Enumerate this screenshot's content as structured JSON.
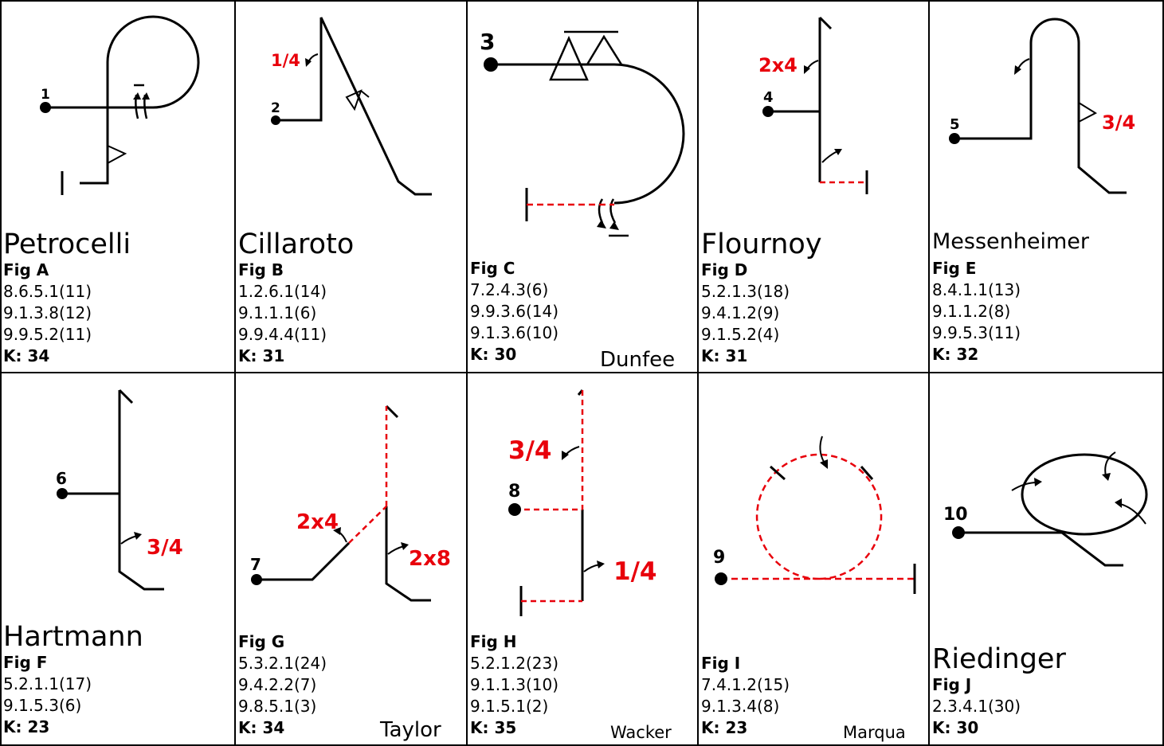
{
  "colors": {
    "line": "#000000",
    "accent": "#e8000b",
    "background": "#ffffff"
  },
  "cells": [
    {
      "fig": "Fig A",
      "name": "Petrocelli",
      "codes": [
        "8.6.5.1(11)",
        "9.1.3.8(12)",
        "9.9.5.2(11)"
      ],
      "k": "K: 34",
      "number": "1",
      "rolls": []
    },
    {
      "fig": "Fig B",
      "name": "Cillaroto",
      "codes": [
        "1.2.6.1(14)",
        "9.1.1.1(6)",
        "9.9.4.4(11)"
      ],
      "k": "K: 31",
      "number": "2",
      "rolls": [
        "1/4"
      ]
    },
    {
      "fig": "Fig C",
      "corner": "Dunfee",
      "codes": [
        "7.2.4.3(6)",
        "9.9.3.6(14)",
        "9.1.3.6(10)"
      ],
      "k": "K: 30",
      "number": "3",
      "rolls": []
    },
    {
      "fig": "Fig D",
      "name": "Flournoy",
      "codes": [
        "5.2.1.3(18)",
        "9.4.1.2(9)",
        "9.1.5.2(4)"
      ],
      "k": "K: 31",
      "number": "4",
      "rolls": [
        "2x4"
      ]
    },
    {
      "fig": "Fig E",
      "name": "Messenheimer",
      "codes": [
        "8.4.1.1(13)",
        "9.1.1.2(8)",
        "9.9.5.3(11)"
      ],
      "k": "K: 32",
      "number": "5",
      "rolls": [
        "3/4"
      ]
    },
    {
      "fig": "Fig F",
      "name": "Hartmann",
      "codes": [
        "5.2.1.1(17)",
        "9.1.5.3(6)"
      ],
      "k": "K: 23",
      "number": "6",
      "rolls": [
        "3/4"
      ]
    },
    {
      "fig": "Fig G",
      "corner": "Taylor",
      "codes": [
        "5.3.2.1(24)",
        "9.4.2.2(7)",
        "9.8.5.1(3)"
      ],
      "k": "K: 34",
      "number": "7",
      "rolls": [
        "2x4",
        "2x8"
      ]
    },
    {
      "fig": "Fig H",
      "corner": "Wacker",
      "codes": [
        "5.2.1.2(23)",
        "9.1.1.3(10)",
        "9.1.5.1(2)"
      ],
      "k": "K: 35",
      "number": "8",
      "rolls": [
        "3/4",
        "1/4"
      ]
    },
    {
      "fig": "Fig I",
      "corner": "Marqua",
      "codes": [
        "7.4.1.2(15)",
        "9.1.3.4(8)"
      ],
      "k": "K: 23",
      "number": "9",
      "rolls": []
    },
    {
      "fig": "Fig J",
      "name": "Riedinger",
      "codes": [
        "2.3.4.1(30)"
      ],
      "k": "K: 30",
      "number": "10",
      "rolls": []
    }
  ]
}
